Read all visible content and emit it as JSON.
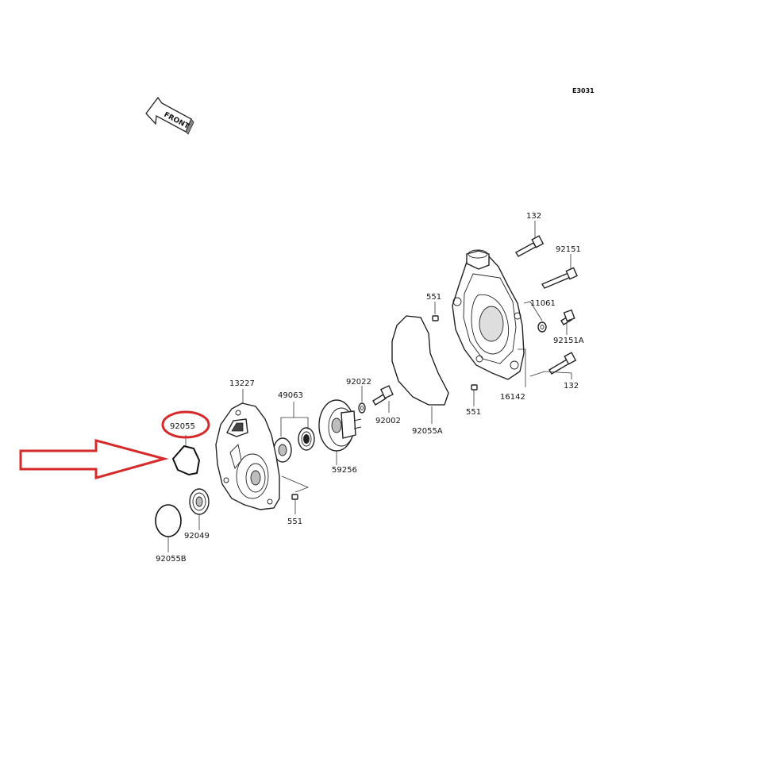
{
  "diagram_code": "E3031",
  "front_label": "FRONT",
  "highlight_color": "#d62a2a",
  "highlighted_part": "92055",
  "parts": {
    "p132_top": "132",
    "p92151": "92151",
    "p551_top": "551",
    "p11061": "11061",
    "p92151A": "92151A",
    "p132_bottom": "132",
    "p16142": "16142",
    "p551_right": "551",
    "p92022": "92022",
    "p92002": "92002",
    "p92055A": "92055A",
    "p13227": "13227",
    "p49063": "49063",
    "p92055": "92055",
    "p59256": "59256",
    "p551_center": "551",
    "p92049": "92049",
    "p92055B": "92055B"
  }
}
